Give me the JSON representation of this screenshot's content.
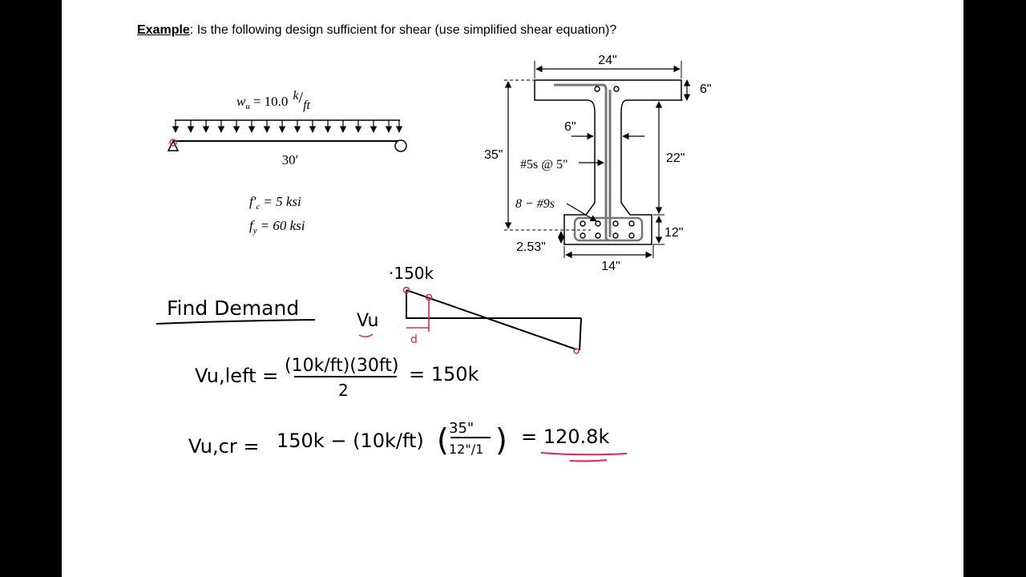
{
  "title": {
    "label": "Example",
    "question": ":  Is the following design sufficient for shear (use simplified shear equation)?"
  },
  "beam": {
    "load_symbol": "w",
    "load_sub": "u",
    "load_value": "= 10.0",
    "load_unit_num": "k",
    "load_unit_den": "ft",
    "span": "30′"
  },
  "materials": [
    {
      "sym": "f′",
      "sub": "c",
      "rest": "= 5 ksi"
    },
    {
      "sym": "f",
      "sub": "y",
      "rest": "= 60 ksi"
    }
  ],
  "section": {
    "top_width": "24\"",
    "flange_thick": "6\"",
    "total_depth": "35\"",
    "web_width": "6\"",
    "stirrups": "#5s @ 5\"",
    "web_height": "22\"",
    "long_bars": "8 − #9s",
    "bulb_height": "12\"",
    "centroid_offset": "2.53\"",
    "bulb_width": "14\""
  },
  "handwriting": {
    "heading": "Find Demand",
    "diagram_label": "Vu",
    "peak": "·150k",
    "d_label": "d",
    "eq1_lhs": "Vu,left =",
    "eq1_num": "(10k/ft)(30ft)",
    "eq1_den": "2",
    "eq1_rhs": "= 150k",
    "eq2_lhs": "Vu,cr =",
    "eq2_mid": "150k − (10k/ft)",
    "eq2_frac_num": "35\"",
    "eq2_frac_den": "12\"/1",
    "eq2_result": "= 120.8k"
  },
  "colors": {
    "ink": "#000000",
    "red_ink": "#e0245e"
  }
}
